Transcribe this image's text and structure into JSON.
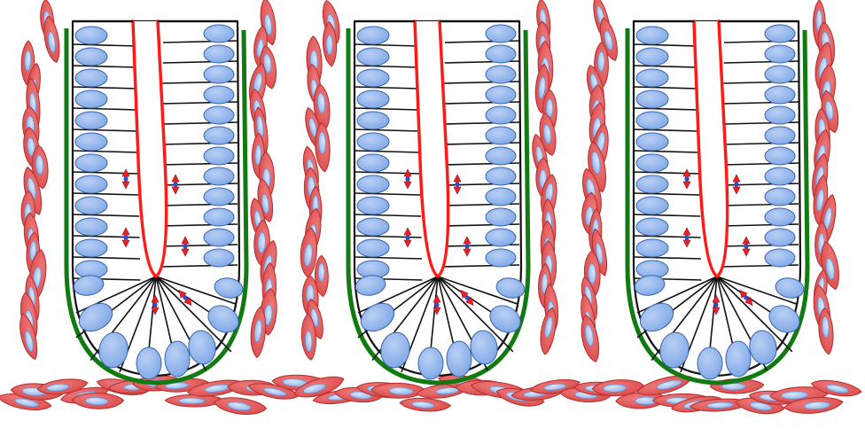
{
  "figure": {
    "panel_count": 3,
    "colors": {
      "background": "#ffffff",
      "lumen_membrane": "#ff1a1a",
      "basement_membrane": "#117a11",
      "cell_border": "#111111",
      "nucleus_fill": "#7fa7e6",
      "nucleus_stroke": "#3a64a8",
      "stroma_cell": "#d94a4a",
      "stroma_cell_dark": "#b82e2e",
      "stroma_nucleus": "#8fb2ea",
      "marker_red": "#e8202a",
      "marker_blue": "#2e4fd0"
    },
    "panels": [
      {
        "id": "panel-1",
        "marker_set": "a"
      },
      {
        "id": "panel-2",
        "marker_set": "b"
      },
      {
        "id": "panel-3",
        "marker_set": "b"
      }
    ]
  }
}
